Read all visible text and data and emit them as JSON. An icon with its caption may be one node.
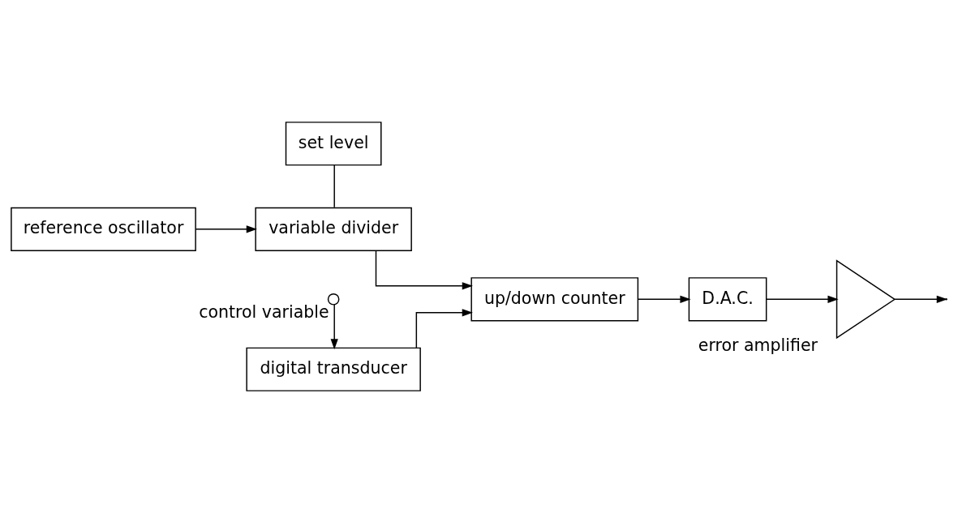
{
  "diagram": {
    "nodes": [
      {
        "text": [
          "set level"
        ]
      },
      {
        "text": [
          "reference oscillator"
        ]
      },
      {
        "text": [
          "variable divider"
        ]
      },
      {
        "text": [
          "up/down counter"
        ]
      },
      {
        "text": [
          "D.A.C."
        ]
      },
      {
        "text": [
          "error amplifier"
        ]
      },
      {
        "text": [
          "digital transducer"
        ]
      },
      {
        "text": [
          "control variable"
        ]
      }
    ],
    "edges": [
      {
        "from": 1,
        "to": 2,
        "arrow": "to"
      },
      {
        "from": 0,
        "to": 2,
        "arrow": "none"
      },
      {
        "from": 2,
        "to": 3,
        "arrow": "to"
      },
      {
        "from": 6,
        "to": 3,
        "arrow": "to"
      },
      {
        "from": 3,
        "to": 4,
        "arrow": "to"
      },
      {
        "from": 4,
        "to": 5,
        "arrow": "to"
      },
      {
        "from": 5,
        "to": null,
        "arrow": "to"
      },
      {
        "from": 7,
        "to": 6,
        "arrow": "to"
      }
    ]
  }
}
